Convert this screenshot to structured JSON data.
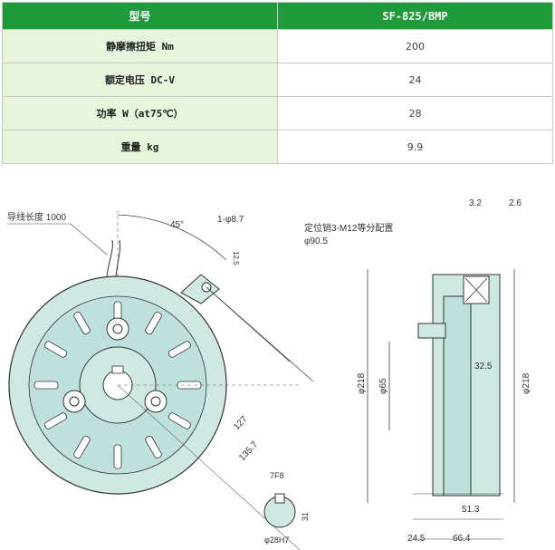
{
  "table": {
    "header_label": "型号",
    "header_value": "SF-825/BMP",
    "rows": [
      {
        "label": "静摩擦扭矩 Nm",
        "value": "200"
      },
      {
        "label": "额定电压 DC-V",
        "value": "24"
      },
      {
        "label": "功率 W（at75℃）",
        "value": "28"
      },
      {
        "label": "重量 kg",
        "value": "9.9"
      }
    ]
  },
  "drawing": {
    "lead_wire": "导线长度 1000",
    "angle": "45°",
    "hole": "1-φ8.7",
    "small_dim": "12.5",
    "r127": "127",
    "r135": "135.7",
    "pins": "定位销3-M12等分配置",
    "d90": "φ90.5",
    "d218_left": "φ218",
    "d65": "φ65",
    "d218_right": "φ218",
    "w32": "3.2",
    "w26": "2.6",
    "w325": "32.5",
    "w513": "51.3",
    "w245": "24.5",
    "w664": "66.4",
    "key_w": "7F8",
    "key_h": "31",
    "key_d": "φ28H7"
  },
  "colors": {
    "header_green": "#1e9a3a",
    "label_bg": "#e8f4dc",
    "part_fill": "#cfe8e4"
  }
}
